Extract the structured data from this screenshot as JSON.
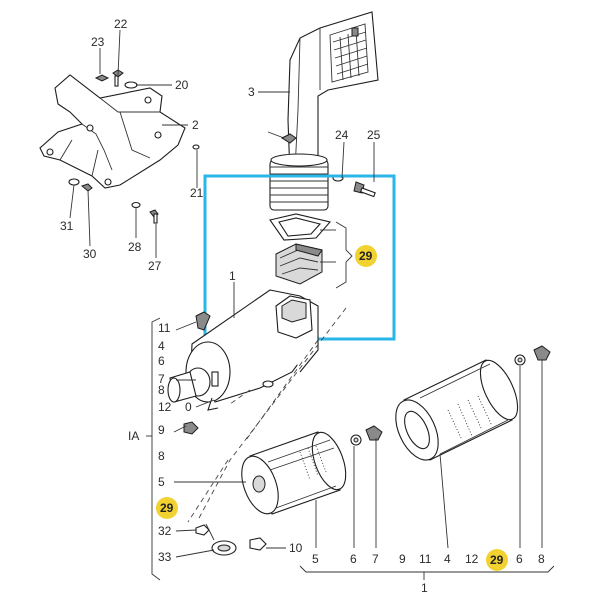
{
  "diagram": {
    "highlight_color": "#29b6e8",
    "badge_color": "#f2d230",
    "labels": {
      "p1_top": "1",
      "p1_bottom": "1",
      "p2": "2",
      "p3": "3",
      "p4": "4",
      "p5_left": "5",
      "p5_bottom": "5",
      "p6_left": "6",
      "p6_bottom": "6",
      "p6_right": "6",
      "p7_left": "7",
      "p7_bottom": "7",
      "p8_left": "8",
      "p8_right": "8",
      "p9_left": "9",
      "p9_bottom": "9",
      "p10": "10",
      "p11_left": "11",
      "p11_bottom": "11",
      "p12_left": "12",
      "p12_bottom": "12",
      "p20": "20",
      "p21": "21",
      "p22": "22",
      "p23": "23",
      "p24": "24",
      "p25": "25",
      "p27": "27",
      "p28": "28",
      "p30": "30",
      "p31": "31",
      "p32": "32",
      "p33": "33",
      "p0_left": "0",
      "pIA": "IA",
      "badge_top": "29",
      "badge_left": "29",
      "badge_bottom": "29"
    }
  }
}
